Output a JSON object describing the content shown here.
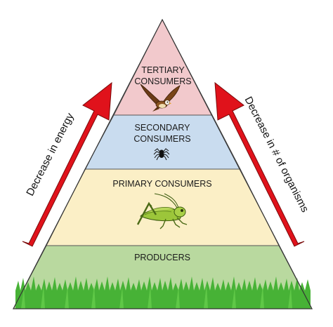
{
  "diagram": {
    "levels": [
      {
        "id": "tertiary",
        "label_lines": [
          "TERTIARY",
          "CONSUMERS"
        ],
        "color": "#f2c9cc",
        "organism": "hawk-icon"
      },
      {
        "id": "secondary",
        "label_lines": [
          "SECONDARY",
          "CONSUMERS"
        ],
        "color": "#c9dcef",
        "organism": "spider-icon"
      },
      {
        "id": "primary",
        "label_lines": [
          "PRIMARY CONSUMERS"
        ],
        "color": "#fbefc6",
        "organism": "grasshopper-icon"
      },
      {
        "id": "producers",
        "label_lines": [
          "PRODUCERS"
        ],
        "color": "#b9d99f",
        "organism": "grass-icon"
      }
    ],
    "left_arrow": {
      "label": "Decrease in energy",
      "color": "#e0121b"
    },
    "right_arrow": {
      "label": "Decrease in # of organisms",
      "color": "#e0121b"
    }
  }
}
